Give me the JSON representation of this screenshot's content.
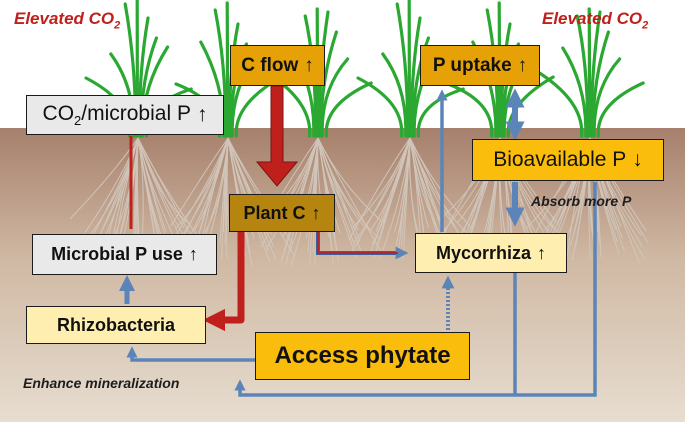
{
  "labels": {
    "elevated_co2_left": {
      "main": "Elevated CO",
      "sub": "2"
    },
    "elevated_co2_right": {
      "main": "Elevated  CO",
      "sub": "2"
    },
    "absorb_more_p": "Absorb more P",
    "enhance_mineralization": "Enhance mineralization"
  },
  "boxes": {
    "c_flow": {
      "label": "C flow",
      "arrow": "↑"
    },
    "p_uptake": {
      "label": "P uptake",
      "arrow": "↑"
    },
    "co2_microbial_p": {
      "pre": "CO",
      "sub": "2",
      "post": "/microbial P",
      "arrow": "↑"
    },
    "bioavailable_p": {
      "label": "Bioavailable P",
      "arrow": "↓"
    },
    "plant_c": {
      "label": "Plant C",
      "arrow": "↑"
    },
    "microbial_p_use": {
      "label": "Microbial P use",
      "arrow": "↑"
    },
    "mycorrhiza": {
      "label": "Mycorrhiza",
      "arrow": "↑"
    },
    "rhizobacteria": {
      "label": "Rhizobacteria"
    },
    "access_phytate": {
      "label": "Access phytate"
    }
  },
  "colors": {
    "sky": "#ffffff",
    "soil_top": "#a6806c",
    "soil_bottom": "#e7ddd0",
    "leaf": "#2aa832",
    "root": "#d2c8bd",
    "carbon_arrow": "#c0201c",
    "phosphorus_arrow": "#5b85b8",
    "box_gold": "#e5a106",
    "box_cream": "#feeeb0",
    "box_grey": "#e9e9e9"
  }
}
